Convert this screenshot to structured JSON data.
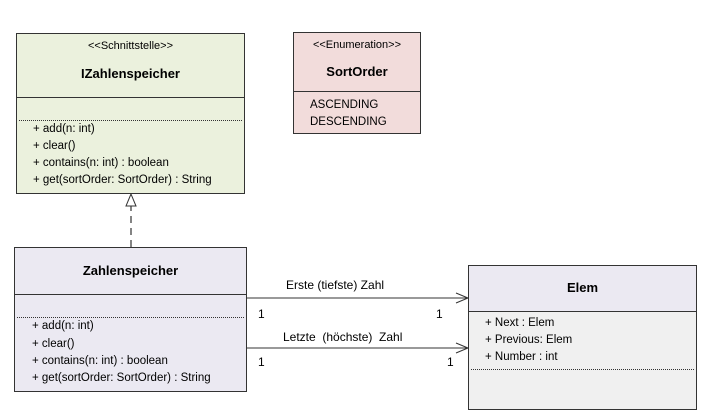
{
  "izs": {
    "stereotype": "<<Schnittstelle>>",
    "name": "IZahlenspeicher",
    "operations": [
      "+ add(n: int)",
      "+ clear()",
      "+ contains(n: int) : boolean",
      "+ get(sortOrder: SortOrder) : String"
    ]
  },
  "sort": {
    "stereotype": "<<Enumeration>>",
    "name": "SortOrder",
    "literals": [
      "ASCENDING",
      "DESCENDING"
    ]
  },
  "zs": {
    "name": "Zahlenspeicher",
    "operations": [
      "+ add(n: int)",
      "+ clear()",
      "+ contains(n: int) : boolean",
      "+ get(sortOrder: SortOrder) : String"
    ]
  },
  "elem": {
    "name": "Elem",
    "attributes": [
      "+ Next : Elem",
      "+ Previous: Elem",
      "+ Number : int"
    ]
  },
  "assoc": {
    "first": {
      "label": "Erste (tiefste) Zahl",
      "src_mult": "1",
      "dst_mult": "1"
    },
    "last": {
      "label": "Letzte  (höchste)  Zahl",
      "src_mult": "1",
      "dst_mult": "1"
    }
  },
  "colors": {
    "interface": "#ebf1dd",
    "enumeration": "#f2dcdb",
    "class_header": "#ebe9f2",
    "class_body": "#f0f0f0",
    "line": "#333333"
  }
}
